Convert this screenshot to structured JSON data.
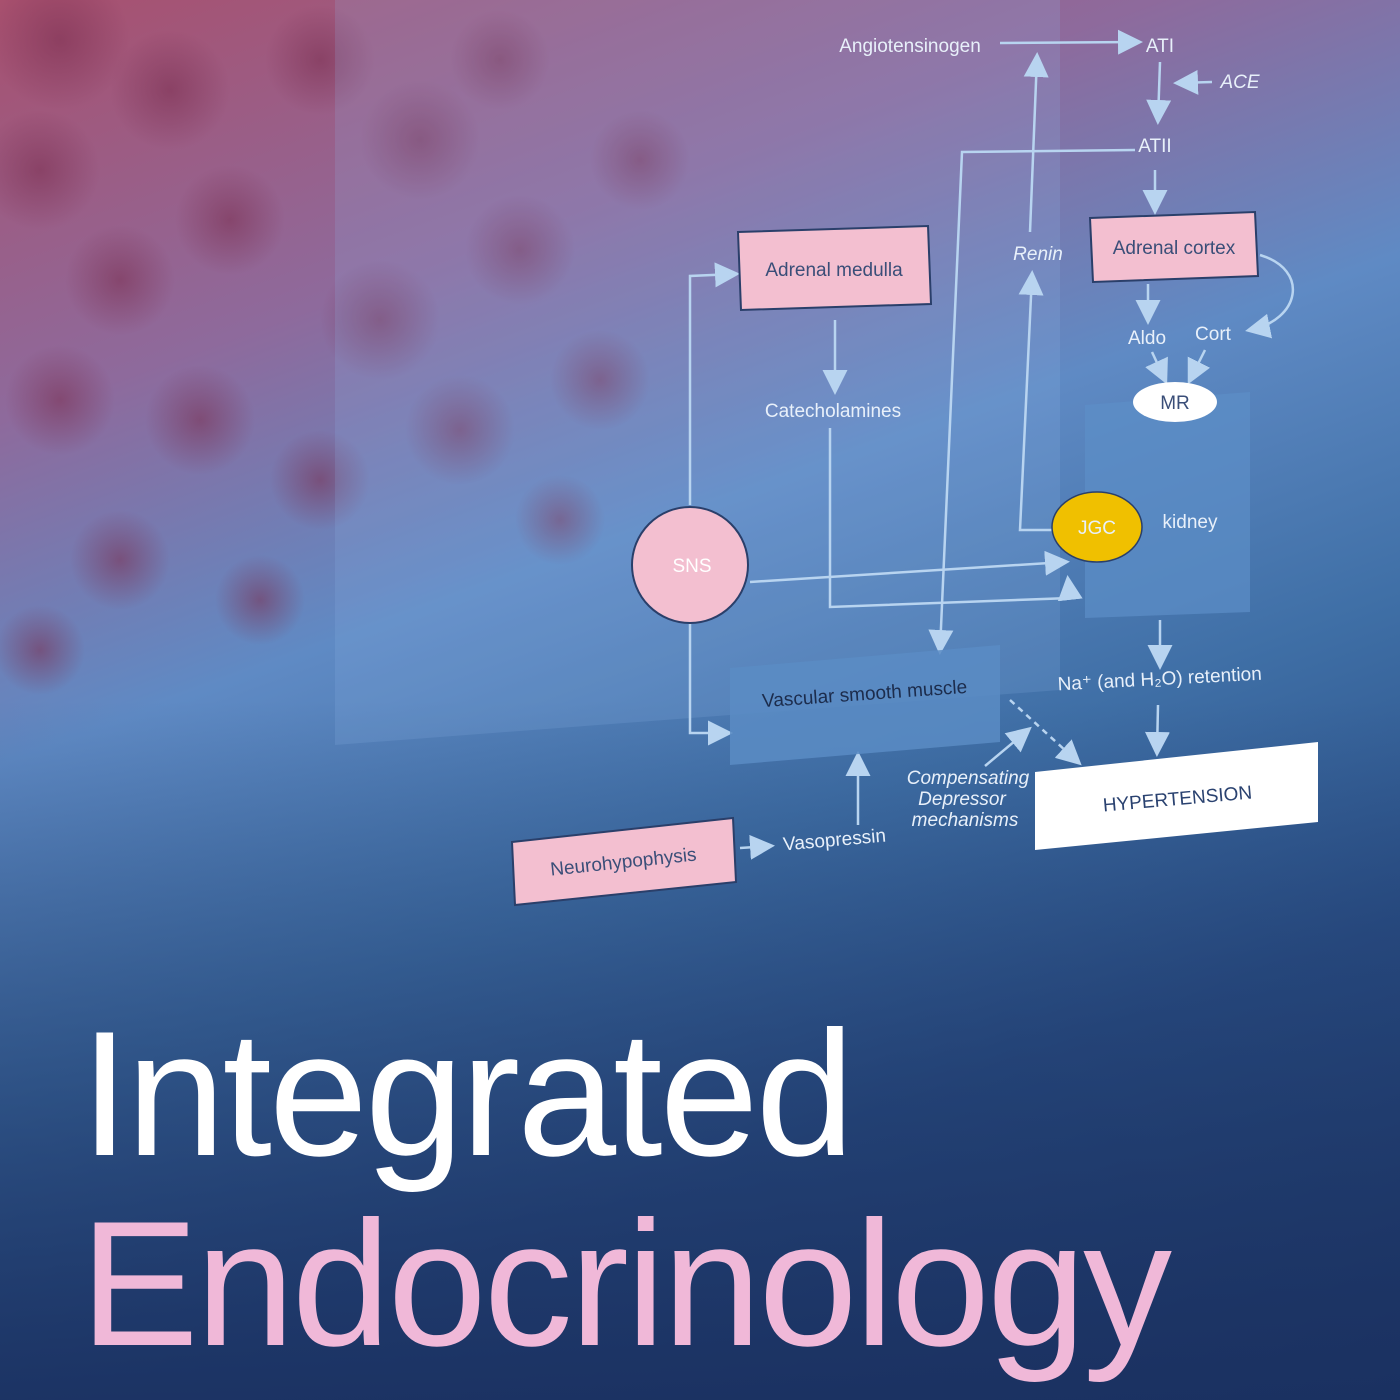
{
  "cover": {
    "title_line1": "Integrated",
    "title_line2": "Endocrinology",
    "colors": {
      "title_line1": "#ffffff",
      "title_line2": "#f0b8d8",
      "box_pink": "#f3bfd0",
      "jgc": "#f0c000",
      "background_top": "#a8506e",
      "background_bottom": "#1e3868"
    }
  },
  "diagram": {
    "angiotensinogen": "Angiotensinogen",
    "ati": "ATI",
    "ace": "ACE",
    "atii": "ATII",
    "renin": "Renin",
    "adrenal_cortex": "Adrenal cortex",
    "aldo": "Aldo",
    "cort": "Cort",
    "mr": "MR",
    "kidney": "kidney",
    "jgc": "JGC",
    "adrenal_medulla": "Adrenal medulla",
    "catecholamines": "Catecholamines",
    "sns": "SNS",
    "vascular_smooth_muscle": "Vascular smooth muscle",
    "na_retention": "Na⁺  (and H₂O) retention",
    "compensating_1": "Compensating",
    "compensating_2": "Depressor",
    "compensating_3": "mechanisms",
    "hypertension": "HYPERTENSION",
    "neurohypophysis": "Neurohypophysis",
    "vasopressin": "Vasopressin"
  }
}
